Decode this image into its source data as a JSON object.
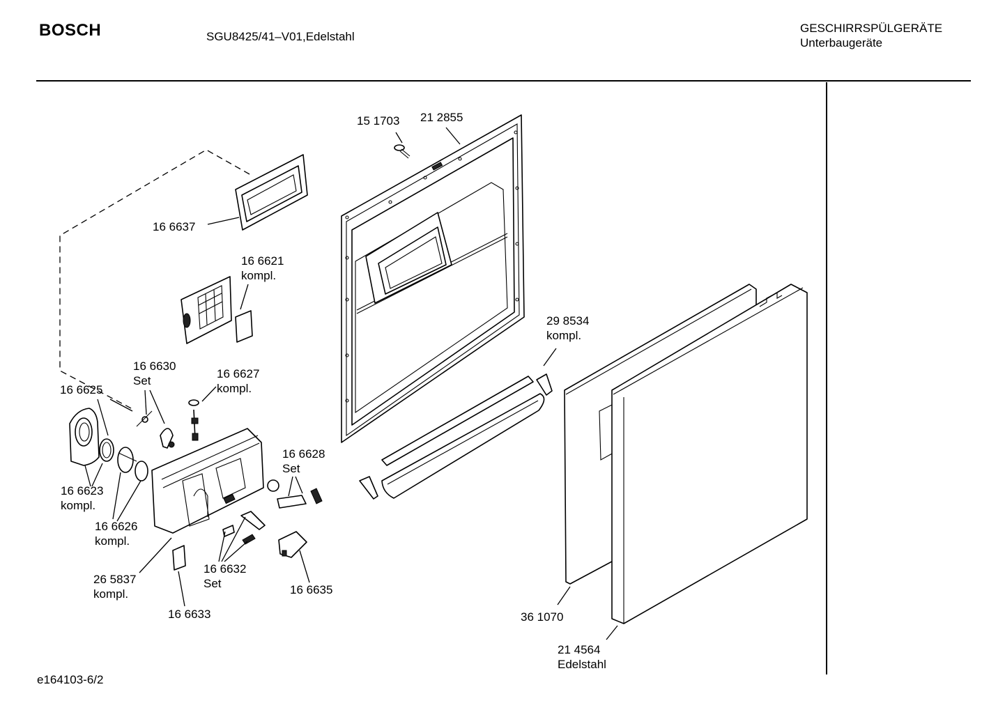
{
  "header": {
    "brand": "BOSCH",
    "model": "SGU8425/41–V01,Edelstahl",
    "category_line1": "GESCHIRRSPÜLGERÄTE",
    "category_line2": "Unterbaugeräte"
  },
  "footer": {
    "drawing_code": "e164103-6/2"
  },
  "parts": [
    {
      "id": "p151703",
      "lines": [
        "15 1703"
      ]
    },
    {
      "id": "p212855",
      "lines": [
        "21 2855"
      ]
    },
    {
      "id": "p166637",
      "lines": [
        "16 6637"
      ]
    },
    {
      "id": "p166621",
      "lines": [
        "16 6621",
        "kompl."
      ]
    },
    {
      "id": "p298534",
      "lines": [
        "29 8534",
        "kompl."
      ]
    },
    {
      "id": "p166630",
      "lines": [
        "16 6630",
        "Set"
      ]
    },
    {
      "id": "p166627",
      "lines": [
        "16 6627",
        "kompl."
      ]
    },
    {
      "id": "p166625",
      "lines": [
        "16 6625"
      ]
    },
    {
      "id": "p166628",
      "lines": [
        "16 6628",
        "Set"
      ]
    },
    {
      "id": "p166623",
      "lines": [
        "16 6623",
        "kompl."
      ]
    },
    {
      "id": "p166626",
      "lines": [
        "16 6626",
        "kompl."
      ]
    },
    {
      "id": "p265837",
      "lines": [
        "26 5837",
        "kompl."
      ]
    },
    {
      "id": "p166632",
      "lines": [
        "16 6632",
        "Set"
      ]
    },
    {
      "id": "p166635",
      "lines": [
        "16 6635"
      ]
    },
    {
      "id": "p166633",
      "lines": [
        "16 6633"
      ]
    },
    {
      "id": "p361070",
      "lines": [
        "36 1070"
      ]
    },
    {
      "id": "p214564",
      "lines": [
        "21 4564",
        "Edelstahl"
      ]
    }
  ]
}
